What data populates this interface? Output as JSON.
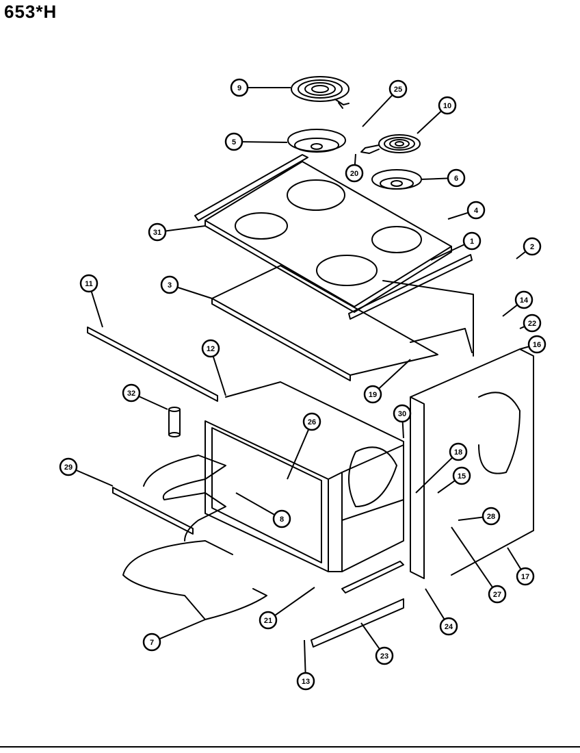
{
  "title": "653*H",
  "parts": [
    {
      "num": "1"
    },
    {
      "num": "2"
    },
    {
      "num": "3"
    },
    {
      "num": "4"
    },
    {
      "num": "5"
    },
    {
      "num": "6"
    },
    {
      "num": "7"
    },
    {
      "num": "8"
    },
    {
      "num": "9"
    },
    {
      "num": "10"
    },
    {
      "num": "11"
    },
    {
      "num": "12"
    },
    {
      "num": "13"
    },
    {
      "num": "14"
    },
    {
      "num": "15"
    },
    {
      "num": "16"
    },
    {
      "num": "17"
    },
    {
      "num": "18"
    },
    {
      "num": "19"
    },
    {
      "num": "20"
    },
    {
      "num": "21"
    },
    {
      "num": "22"
    },
    {
      "num": "23"
    },
    {
      "num": "24"
    },
    {
      "num": "25"
    },
    {
      "num": "26"
    },
    {
      "num": "27"
    },
    {
      "num": "28"
    },
    {
      "num": "29"
    },
    {
      "num": "30"
    },
    {
      "num": "31"
    },
    {
      "num": "32"
    },
    {
      "num": "18"
    }
  ]
}
